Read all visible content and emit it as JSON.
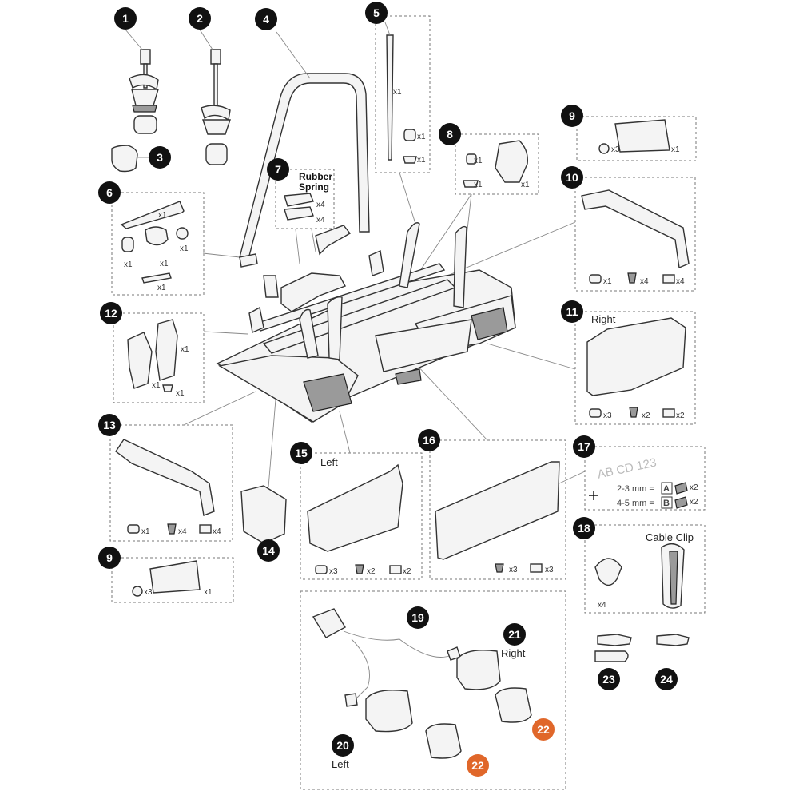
{
  "callouts": {
    "c1": "1",
    "c2": "2",
    "c3": "3",
    "c4": "4",
    "c5": "5",
    "c6": "6",
    "c7": "7",
    "c8": "8",
    "c9a": "9",
    "c9b": "9",
    "c10": "10",
    "c11": "11",
    "c12": "12",
    "c13": "13",
    "c14": "14",
    "c15": "15",
    "c16": "16",
    "c17": "17",
    "c18": "18",
    "c19": "19",
    "c20": "20",
    "c21": "21",
    "c22a": "22",
    "c22b": "22",
    "c23": "23",
    "c24": "24"
  },
  "labels": {
    "rubber_spring_line1": "Rubber",
    "rubber_spring_line2": "Spring",
    "right_11": "Right",
    "left_15": "Left",
    "cable_clip": "Cable Clip",
    "right_21": "Right",
    "left_20": "Left",
    "plate_text": "AB CD 123",
    "spacer_a_text": "2-3 mm =",
    "spacer_a_letter": "A",
    "spacer_b_text": "4-5 mm =",
    "spacer_b_letter": "B"
  },
  "quantities": {
    "p5_strap": "x1",
    "p5_knob": "x1",
    "p5_screw": "x1",
    "p6_key": "x1",
    "p6_knob": "x1",
    "p6_washer": "x1",
    "p6_spacer": "x1",
    "p6_bolt": "x1",
    "p7_a": "x4",
    "p7_b": "x4",
    "p8_knob": "x1",
    "p8_screw": "x1",
    "p8_clip": "x1",
    "p9a_screw": "x3",
    "p9a_part": "x1",
    "p10_screw": "x1",
    "p10_rivet": "x4",
    "p10_nut": "x4",
    "p11_screw": "x3",
    "p11_rivet": "x2",
    "p11_nut": "x2",
    "p12_a": "x1",
    "p12_b": "x1",
    "p12_screw": "x1",
    "p13_screw": "x1",
    "p13_rivet": "x4",
    "p13_nut": "x4",
    "p9b_screw": "x3",
    "p9b_part": "x1",
    "p15_screw": "x3",
    "p15_rivet": "x2",
    "p15_nut": "x2",
    "p16_rivet": "x3",
    "p16_nut": "x3",
    "p17_a": "x2",
    "p17_b": "x2",
    "p18_clip": "x4"
  },
  "colors": {
    "badge": "#111111",
    "badge_highlight": "#e0672a"
  }
}
